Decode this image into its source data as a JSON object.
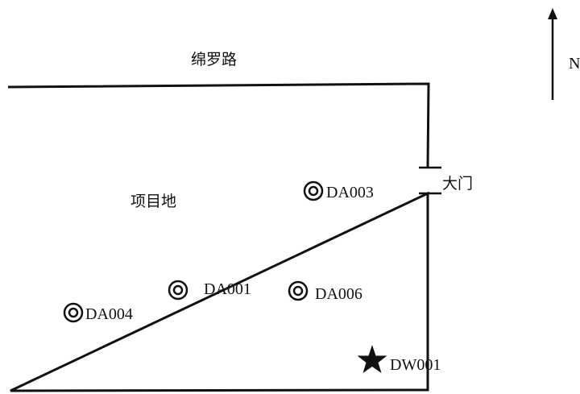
{
  "road_label": "绵罗路",
  "site_label": "项目地",
  "gate_label": "大门",
  "north_label": "N",
  "points": [
    {
      "id": "DA003",
      "label": "DA003",
      "symbol": "double-circle-icon"
    },
    {
      "id": "DA001",
      "label": "DA001",
      "symbol": "double-circle-icon"
    },
    {
      "id": "DA006",
      "label": "DA006",
      "symbol": "double-circle-icon"
    },
    {
      "id": "DA004",
      "label": "DA004",
      "symbol": "double-circle-icon"
    },
    {
      "id": "DW001",
      "label": "DW001",
      "symbol": "star-icon"
    }
  ],
  "colors": {
    "line": "#111111",
    "background": "#ffffff"
  }
}
